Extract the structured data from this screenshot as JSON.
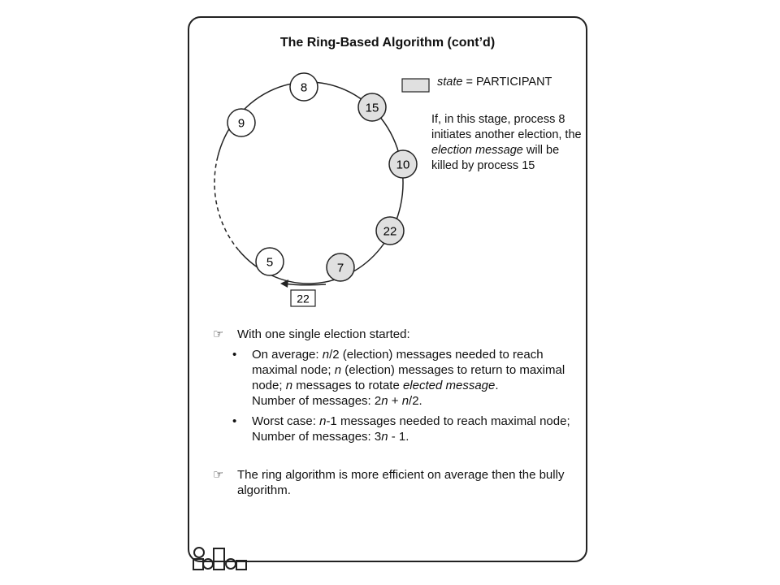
{
  "title": "The Ring-Based Algorithm (cont’d)",
  "colors": {
    "participant_fill": "#e0e0e0",
    "plain_fill": "#ffffff",
    "line": "#222222"
  },
  "legend": {
    "italic": "state",
    "rest": " = PARTICIPANT"
  },
  "note": [
    {
      "t": "If, in this stage, process 8 initiates another election, the ",
      "i": false
    },
    {
      "t": "election message",
      "i": true
    },
    {
      "t": " will be killed by process 15",
      "i": false
    }
  ],
  "ring": {
    "nodes": [
      {
        "label": "8",
        "state": "plain"
      },
      {
        "label": "15",
        "state": "participant"
      },
      {
        "label": "10",
        "state": "participant"
      },
      {
        "label": "22",
        "state": "participant"
      },
      {
        "label": "7",
        "state": "participant"
      },
      {
        "label": "5",
        "state": "plain"
      },
      {
        "label": "9",
        "state": "plain"
      }
    ],
    "message_label": "22"
  },
  "bullets": [
    {
      "text": "With one single election started:",
      "subs": [
        [
          {
            "t": "On average: ",
            "i": false
          },
          {
            "t": "n",
            "i": true
          },
          {
            "t": "/2 (election) messages needed to reach maximal node; ",
            "i": false
          },
          {
            "t": "n",
            "i": true
          },
          {
            "t": " (election) messages to return to maximal node; ",
            "i": false
          },
          {
            "t": "n",
            "i": true
          },
          {
            "t": " messages to rotate ",
            "i": false
          },
          {
            "t": "elected message",
            "i": true
          },
          {
            "t": ".\nNumber of messages: 2",
            "i": false
          },
          {
            "t": "n",
            "i": true
          },
          {
            "t": " + ",
            "i": false
          },
          {
            "t": "n",
            "i": true
          },
          {
            "t": "/2.",
            "i": false
          }
        ],
        [
          {
            "t": "Worst case: ",
            "i": false
          },
          {
            "t": "n",
            "i": true
          },
          {
            "t": "-1 messages needed to reach maximal node;\nNumber of messages: 3",
            "i": false
          },
          {
            "t": "n",
            "i": true
          },
          {
            "t": " - 1.",
            "i": false
          }
        ]
      ]
    },
    {
      "text": "The ring algorithm is more efficient on average then the bully algorithm.",
      "subs": []
    }
  ]
}
